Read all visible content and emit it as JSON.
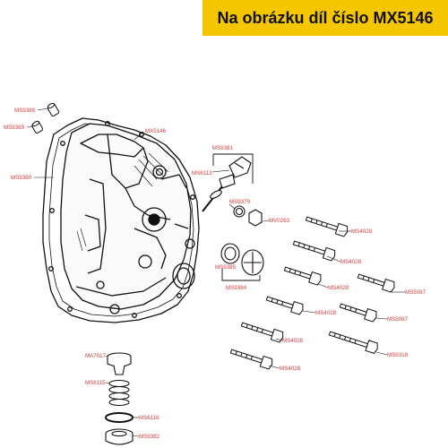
{
  "banner": {
    "text": "Na obrázku díl číslo MX5146"
  },
  "colors": {
    "banner_bg": "#f6c700",
    "label": "#e03a3a",
    "line": "#111111"
  },
  "labels": [
    "MS9389",
    "MS9369",
    "MX5146",
    "MS9380",
    "MS9381",
    "MS6113",
    "MS9379",
    "MV0293",
    "MS4028",
    "MS9385",
    "MS4028",
    "MS9384",
    "MS4028",
    "MS5087",
    "MS4028",
    "MS5087",
    "MS4028",
    "MS9318",
    "MS4028",
    "MA7017",
    "MS6115",
    "MS6116",
    "MS9382"
  ]
}
